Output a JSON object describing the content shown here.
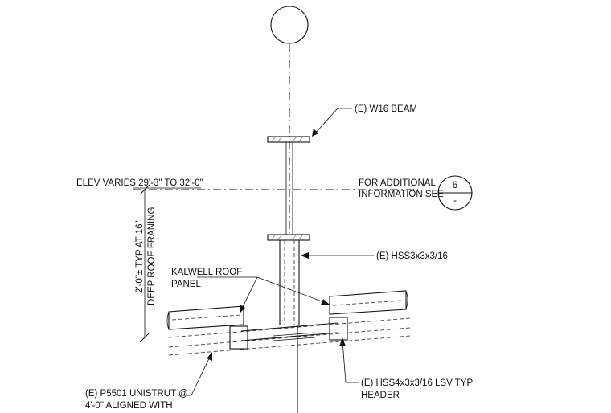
{
  "labels": {
    "beam": "(E) W16 BEAM",
    "elev": "ELEV VARIES 29'-3\" TO 32'-0\"",
    "additional_line1": "FOR ADDITIONAL",
    "additional_line2": "INFORMATION SEE",
    "hss_column": "(E) HSS3x3x3/16",
    "roof_line1": "KALWELL ROOF",
    "roof_line2": "PANEL",
    "dim_line1": "2'-0\"± TYP AT 16\"",
    "dim_line2": "DEEP ROOF FRANING",
    "unistrut_line1": "(E) P5501 UNISTRUT @",
    "unistrut_line2": "4'-0\" ALIGNED WITH",
    "header_line1": "(E) HSS4x3x3/16 LSV TYP",
    "header_line2": "HEADER"
  },
  "detail_ref": {
    "number": "6",
    "sheet": "-"
  }
}
